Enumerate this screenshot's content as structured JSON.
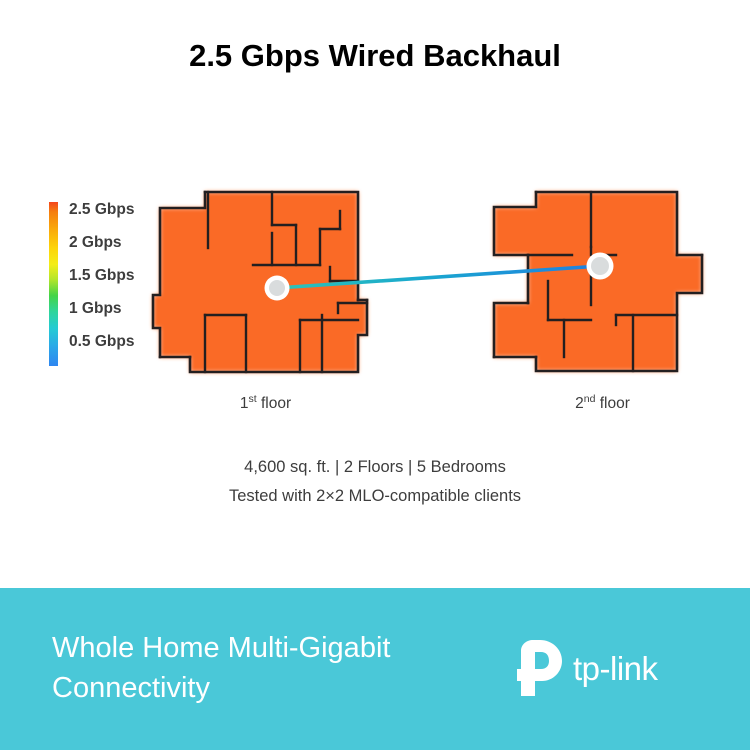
{
  "title": "2.5 Gbps Wired Backhaul",
  "legend": {
    "name": "signal-strength-legend",
    "labels": [
      "2.5 Gbps",
      "2 Gbps",
      "1.5 Gbps",
      "1 Gbps",
      "0.5 Gbps"
    ],
    "gradient_top_color": "#f4461d",
    "gradient_bottom_color": "#2f86f0"
  },
  "floors": [
    {
      "label_number": "1",
      "label_suffix": "st",
      "label_tail": " floor"
    },
    {
      "label_number": "2",
      "label_suffix": "nd",
      "label_tail": " floor"
    }
  ],
  "caption": {
    "line1": "4,600 sq. ft. | 2 Floors | 5 Bedrooms",
    "line2": "Tested with 2×2 MLO-compatible clients"
  },
  "banner": {
    "background_color": "#4ac8d8",
    "headline_line1": "Whole Home Multi-Gigabit",
    "headline_line2": "Connectivity",
    "logo_text": "tp-link"
  },
  "colors": {
    "coverage_orange": "#fa6a28",
    "wall_dark": "#231f20",
    "node_ring": "#ffffff",
    "node_fill": "#d9dcdd",
    "link_start": "#2ec4b6",
    "link_end": "#1f7fe0"
  },
  "chart_data": {
    "type": "heatmap",
    "title": "2.5 Gbps Wired Backhaul",
    "description": "Wi-Fi coverage heatmap over two floor plans; entire area saturated at top-of-scale throughput.",
    "colorbar": {
      "ticks": [
        2.5,
        2,
        1.5,
        1,
        0.5
      ],
      "tick_labels": [
        "2.5 Gbps",
        "2 Gbps",
        "1.5 Gbps",
        "1 Gbps",
        "0.5 Gbps"
      ],
      "unit": "Gbps",
      "range": [
        0.5,
        2.5
      ],
      "orientation": "vertical",
      "position": "left"
    },
    "panels": [
      {
        "name": "1st floor",
        "coverage_value": 2.5,
        "coverage_color": "#fa6a28",
        "node_count": 1
      },
      {
        "name": "2nd floor",
        "coverage_value": 2.5,
        "coverage_color": "#fa6a28",
        "node_count": 1
      }
    ],
    "annotations": [
      "4,600 sq. ft. | 2 Floors | 5 Bedrooms",
      "Tested with 2×2 MLO-compatible clients"
    ],
    "legend_position": "left",
    "grid": false
  }
}
